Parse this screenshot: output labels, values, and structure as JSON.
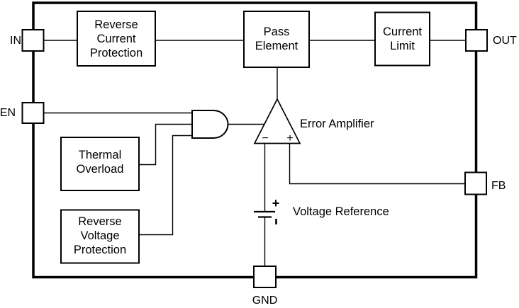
{
  "diagram": {
    "kind": "ldo-regulator-functional-block-diagram",
    "colors": {
      "line": "#000000",
      "background": "#ffffff",
      "text": "#000000"
    }
  },
  "pins": [
    {
      "id": "in",
      "label": "IN"
    },
    {
      "id": "en",
      "label": "EN"
    },
    {
      "id": "out",
      "label": "OUT"
    },
    {
      "id": "fb",
      "label": "FB"
    },
    {
      "id": "gnd",
      "label": "GND"
    }
  ],
  "blocks": {
    "reverse_current_protection": {
      "lines": [
        "Reverse",
        "Current",
        "Protection"
      ]
    },
    "pass_element": {
      "lines": [
        "Pass",
        "Element"
      ]
    },
    "current_limit": {
      "lines": [
        "Current",
        "Limit"
      ]
    },
    "thermal_overload": {
      "lines": [
        "Thermal",
        "Overload"
      ]
    },
    "reverse_voltage_protection": {
      "lines": [
        "Reverse",
        "Voltage",
        "Protection"
      ]
    }
  },
  "annotations": {
    "error_amplifier": "Error Amplifier",
    "voltage_reference": "Voltage Reference"
  },
  "symbols": {
    "amp_minus": "−",
    "amp_plus": "+",
    "battery_plus": "+"
  }
}
